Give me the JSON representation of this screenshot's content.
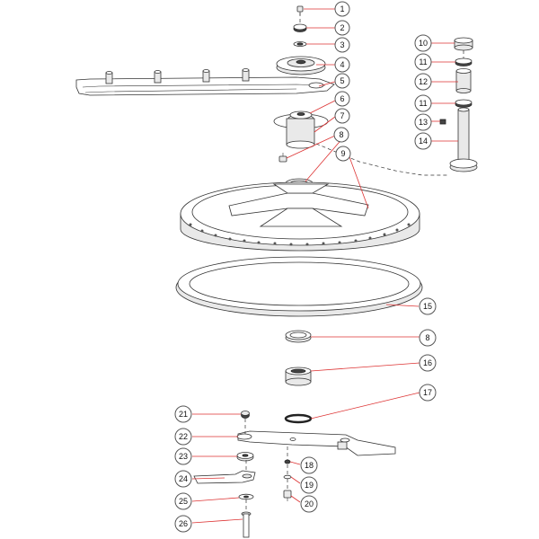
{
  "diagram": {
    "callouts": [
      {
        "id": "c1",
        "label": "1"
      },
      {
        "id": "c2",
        "label": "2"
      },
      {
        "id": "c3",
        "label": "3"
      },
      {
        "id": "c4",
        "label": "4"
      },
      {
        "id": "c5",
        "label": "5"
      },
      {
        "id": "c6",
        "label": "6"
      },
      {
        "id": "c7",
        "label": "7"
      },
      {
        "id": "c8a",
        "label": "8"
      },
      {
        "id": "c9",
        "label": "9"
      },
      {
        "id": "c10",
        "label": "10"
      },
      {
        "id": "c11a",
        "label": "11"
      },
      {
        "id": "c12",
        "label": "12"
      },
      {
        "id": "c11b",
        "label": "11"
      },
      {
        "id": "c13",
        "label": "13"
      },
      {
        "id": "c14",
        "label": "14"
      },
      {
        "id": "c15",
        "label": "15"
      },
      {
        "id": "c8b",
        "label": "8"
      },
      {
        "id": "c16",
        "label": "16"
      },
      {
        "id": "c17",
        "label": "17"
      },
      {
        "id": "c21",
        "label": "21"
      },
      {
        "id": "c22",
        "label": "22"
      },
      {
        "id": "c23",
        "label": "23"
      },
      {
        "id": "c18",
        "label": "18"
      },
      {
        "id": "c24",
        "label": "24"
      },
      {
        "id": "c19",
        "label": "19"
      },
      {
        "id": "c25",
        "label": "25"
      },
      {
        "id": "c20",
        "label": "20"
      },
      {
        "id": "c26",
        "label": "26"
      }
    ]
  }
}
